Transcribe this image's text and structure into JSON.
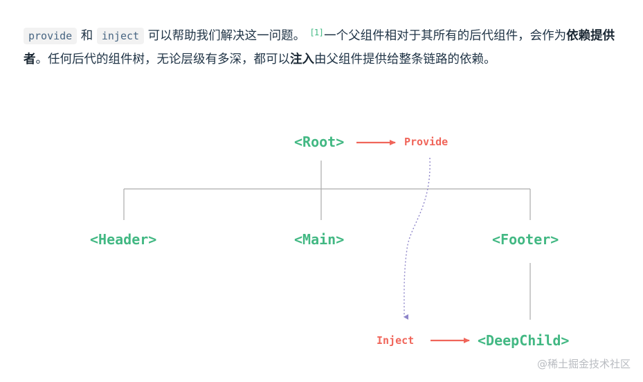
{
  "paragraph": {
    "code_provide": "provide",
    "connector": "和",
    "code_inject": "inject",
    "text_1": "可以帮助我们解决这一问题。",
    "ref": "[1]",
    "text_2": "一个父组件相对于其所有的后代组件，会作为",
    "bold_1": "依赖提供者",
    "text_3": "。任何后代的组件树，无论层级有多深，都可以",
    "bold_2": "注入",
    "text_4": "由父组件提供给整条链路的依赖。"
  },
  "diagram": {
    "root": "<Root>",
    "provide": "Provide",
    "header": "<Header>",
    "main": "<Main>",
    "footer": "<Footer>",
    "inject": "Inject",
    "deepchild": "<DeepChild>"
  },
  "colors": {
    "node": "#42b883",
    "tag": "#f0655a",
    "line": "#aaaaaa",
    "dotted": "#8e85c9"
  },
  "watermark": "@稀土掘金技术社区"
}
